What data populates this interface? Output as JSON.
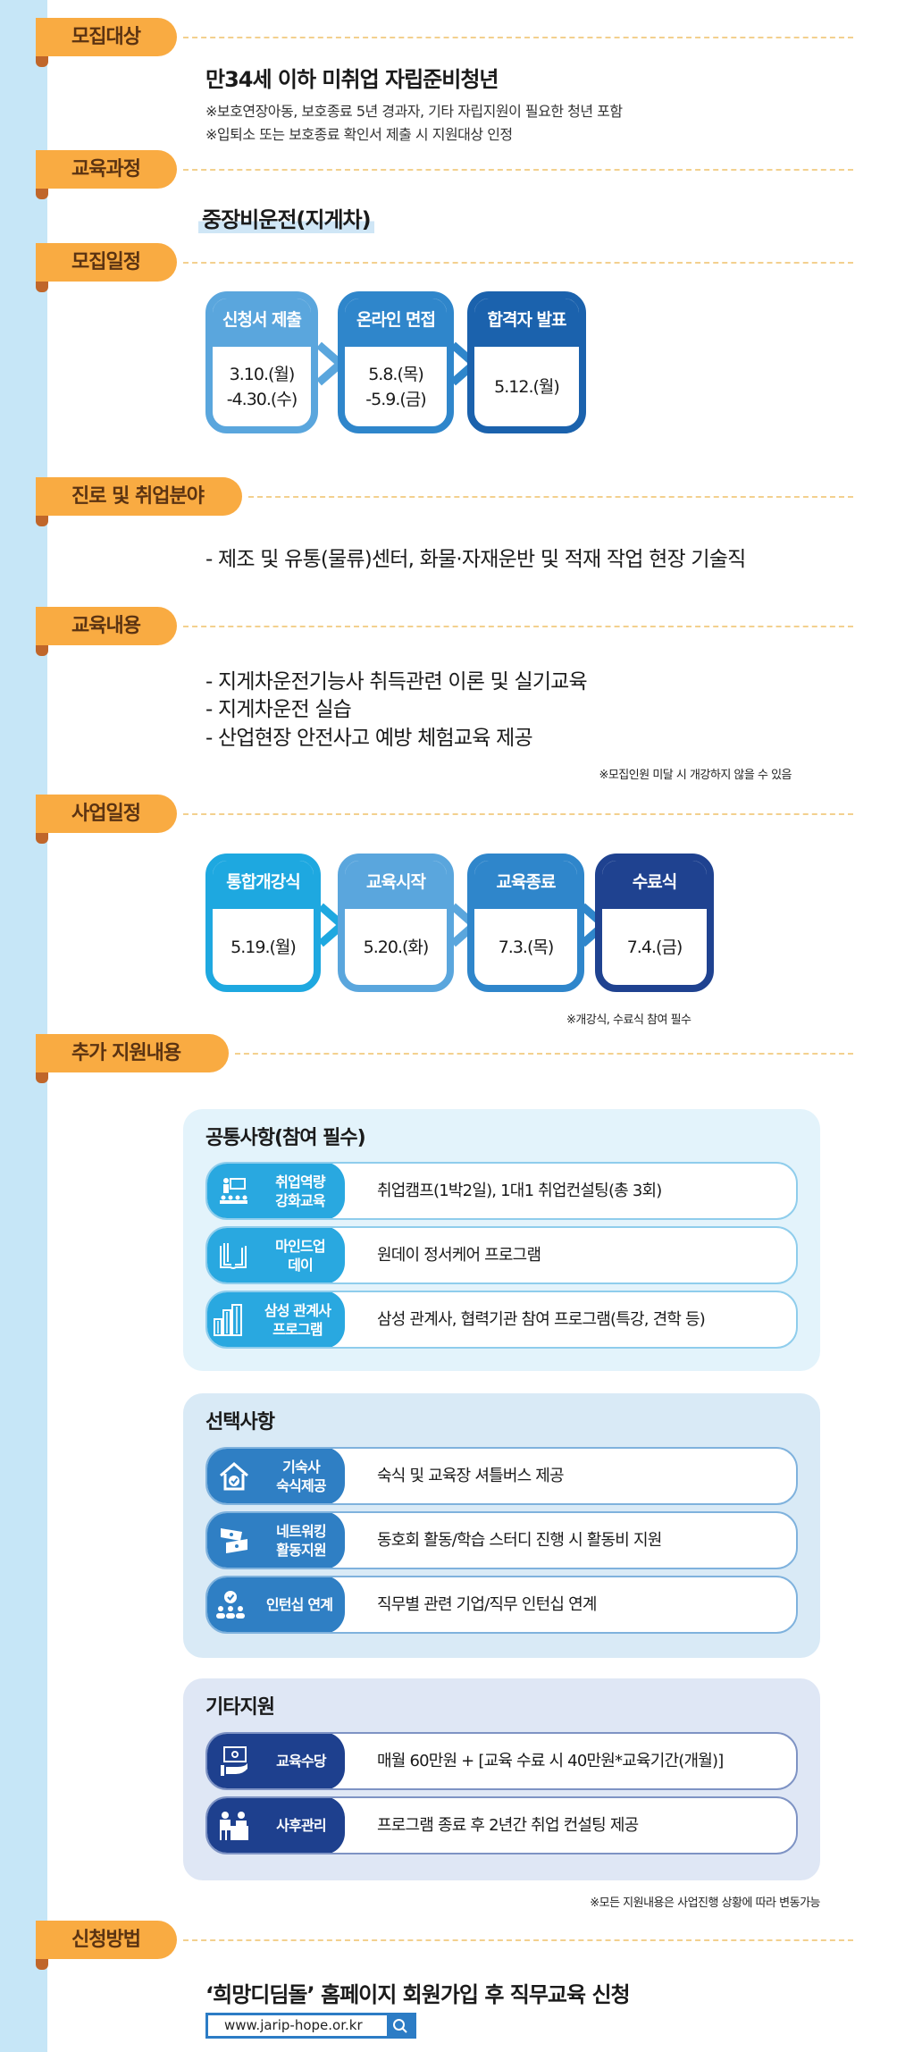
{
  "sections": {
    "target": "모집대상",
    "course": "교육과정",
    "recruit_schedule": "모집일정",
    "career": "진로 및 취업분야",
    "content": "교육내용",
    "project_schedule": "사업일정",
    "extra": "추가 지원내용",
    "apply": "신청방법"
  },
  "target": {
    "title": "만34세 이하 미취업 자립준비청년",
    "notes": [
      "※보호연장아동, 보호종료 5년 경과자, 기타 자립지원이 필요한 청년 포함",
      "※입퇴소 또는 보호종료 확인서 제출 시 지원대상 인정"
    ]
  },
  "course": {
    "title": "중장비운전(지게차)"
  },
  "recruit_steps": [
    {
      "label": "신청서 제출",
      "date1": "3.10.(월)",
      "date2": "-4.30.(수)",
      "color": "#5aa6dd"
    },
    {
      "label": "온라인 면접",
      "date1": "5.8.(목)",
      "date2": "-5.9.(금)",
      "color": "#2f86cb"
    },
    {
      "label": "합격자 발표",
      "date1": "5.12.(월)",
      "date2": "",
      "color": "#1b62ad"
    }
  ],
  "career": {
    "text": "- 제조 및 유통(물류)센터, 화물·자재운반 및 적재 작업 현장 기술직"
  },
  "content": {
    "lines": [
      "- 지게차운전기능사 취득관련 이론 및 실기교육",
      "- 지게차운전 실습",
      "- 산업현장 안전사고 예방 체험교육 제공"
    ],
    "note": "※모집인원 미달 시 개강하지 않을 수 있음"
  },
  "project_steps": [
    {
      "label": "통합개강식",
      "date": "5.19.(월)",
      "color": "#1ea8e0"
    },
    {
      "label": "교육시작",
      "date": "5.20.(화)",
      "color": "#5aa6dd"
    },
    {
      "label": "교육종료",
      "date": "7.3.(목)",
      "color": "#2f86cb"
    },
    {
      "label": "수료식",
      "date": "7.4.(금)",
      "color": "#1f4290"
    }
  ],
  "project_note": "※개강식, 수료식 참여 필수",
  "common": {
    "title": "공통사항(참여 필수)",
    "rows": [
      {
        "icon": "lecture-icon",
        "label": "취업역량\n강화교육",
        "desc": "취업캠프(1박2일), 1대1 취업컨설팅(총 3회)"
      },
      {
        "icon": "book-icon",
        "label": "마인드업\n데이",
        "desc": "원데이 정서케어 프로그램"
      },
      {
        "icon": "building-icon",
        "label": "삼성 관계사\n프로그램",
        "desc": "삼성 관계사, 협력기관 참여 프로그램(특강, 견학 등)"
      }
    ]
  },
  "optional": {
    "title": "선택사항",
    "rows": [
      {
        "icon": "house-icon",
        "label": "기숙사\n숙식제공",
        "desc": "숙식 및 교육장 셔틀버스 제공"
      },
      {
        "icon": "money-icon",
        "label": "네트워킹\n활동지원",
        "desc": "동호회 활동/학습 스터디 진행 시 활동비 지원"
      },
      {
        "icon": "people-check-icon",
        "label": "인턴십 연계",
        "desc": "직무별 관련 기업/직무 인턴십 연계"
      }
    ]
  },
  "other": {
    "title": "기타지원",
    "rows": [
      {
        "icon": "allowance-icon",
        "label": "교육수당",
        "desc": "매월 60만원 + [교육 수료 시 40만원*교육기간(개월)]"
      },
      {
        "icon": "consult-icon",
        "label": "사후관리",
        "desc": "프로그램 종료 후 2년간 취업 컨설팅 제공"
      }
    ]
  },
  "support_note": "※모든 지원내용은 사업진행 상황에 따라 변동가능",
  "apply": {
    "title": "‘희망디딤돌’ 홈페이지 회원가입 후 직무교육 신청",
    "url": "www.jarip-hope.or.kr"
  },
  "colors": {
    "orange": "#f9ab42",
    "common": "#29a8e0",
    "optional": "#2f7fc4",
    "other": "#1e408e"
  }
}
